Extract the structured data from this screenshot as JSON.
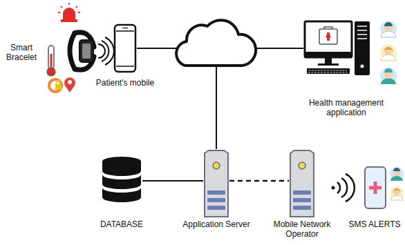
{
  "diagram": {
    "nodes": [
      {
        "text": [
          "Smart Bracelet"
        ]
      },
      {
        "text": [
          "Patient's mobile"
        ]
      },
      {
        "text": [
          "Health management application"
        ]
      },
      {
        "text": [
          "DATABASE"
        ]
      },
      {
        "text": [
          "Application Server"
        ]
      },
      {
        "text": [
          "Mobile Network Operator"
        ]
      },
      {
        "text": [
          "SMS ALERTS"
        ]
      }
    ],
    "edges": [
      {
        "from": 1,
        "to": 2,
        "arrow": "none"
      },
      {
        "from": 1,
        "to": 4,
        "arrow": "none"
      },
      {
        "from": 2,
        "to": 4,
        "arrow": "none"
      },
      {
        "from": 3,
        "to": 4,
        "arrow": "none"
      },
      {
        "from": 4,
        "to": 5,
        "arrow": "none"
      }
    ]
  }
}
